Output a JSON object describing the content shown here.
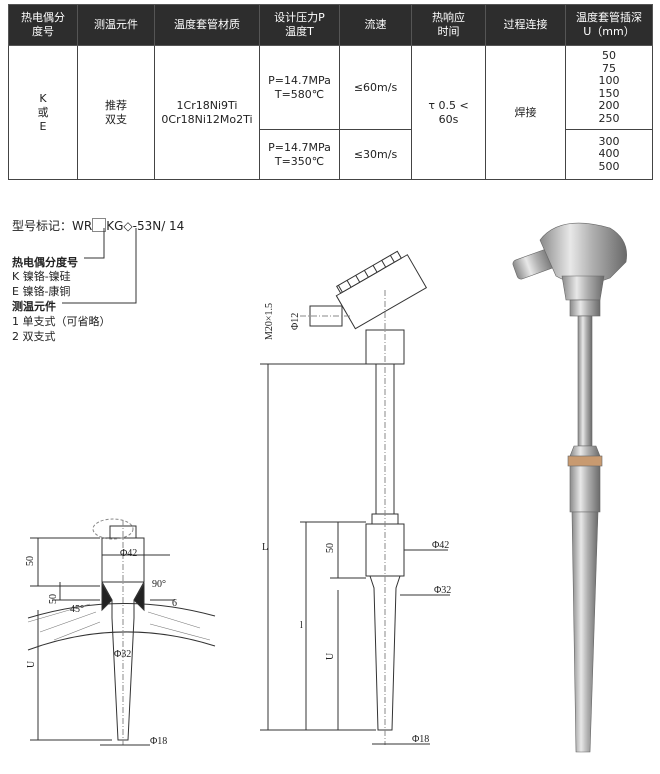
{
  "table": {
    "headers": [
      "热电偶分\n度号",
      "测温元件",
      "温度套管材质",
      "设计压力P\n温度T",
      "流速",
      "热响应\n时间",
      "过程连接",
      "温度套管插深\nU（mm）"
    ],
    "graduation": "K\n或\nE",
    "element": "推荐\n双支",
    "material": "1Cr18Ni9Ti\n0Cr18Ni12Mo2Ti",
    "pressure_1": "P=14.7MPa\nT=580℃",
    "pressure_2": "P=14.7MPa\nT=350℃",
    "flow_1": "≤60m/s",
    "flow_2": "≤30m/s",
    "response": "τ 0.5 <\n60s",
    "connection": "焊接",
    "depth_1": "50\n75\n100\n150\n200\n250",
    "depth_2": "300\n400\n500"
  },
  "model": {
    "label": "型号标记：WR",
    "suffix": "KG◇-53N/ 14"
  },
  "options": {
    "grad_title": "热电偶分度号",
    "grad_k": "K  镍铬-镍硅",
    "grad_e": "E  镍铬-康铜",
    "elem_title": "测温元件",
    "elem_1": "1  单支式（可省略）",
    "elem_2": "2  双支式"
  },
  "dims_left": {
    "d42": "Φ42",
    "d32": "Φ32",
    "d18": "Φ18",
    "h50a": "50",
    "h50b": "50",
    "u": "U",
    "a90": "90°",
    "a45": "45°",
    "w6": "6"
  },
  "dims_mid": {
    "thread": "M20×1.5",
    "d12": "Φ12",
    "L": "L",
    "l": "l",
    "h50": "50",
    "u": "U",
    "d42": "Φ42",
    "d32": "Φ32",
    "d18": "Φ18"
  }
}
